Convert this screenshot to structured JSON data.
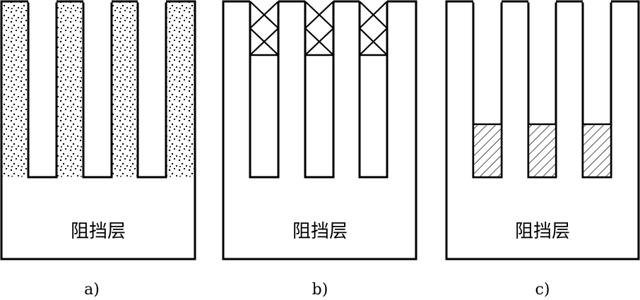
{
  "panels": [
    {
      "id": "a",
      "caption": "a)",
      "barrier_label": "阻挡层",
      "fill_pattern": "dots"
    },
    {
      "id": "b",
      "caption": "b)",
      "barrier_label": "阻挡层",
      "fill_pattern": "crosses"
    },
    {
      "id": "c",
      "caption": "c)",
      "barrier_label": "阻挡层",
      "fill_pattern": "diagonal-hatch"
    }
  ],
  "colors": {
    "stroke": "#000000",
    "background": "#ffffff"
  }
}
